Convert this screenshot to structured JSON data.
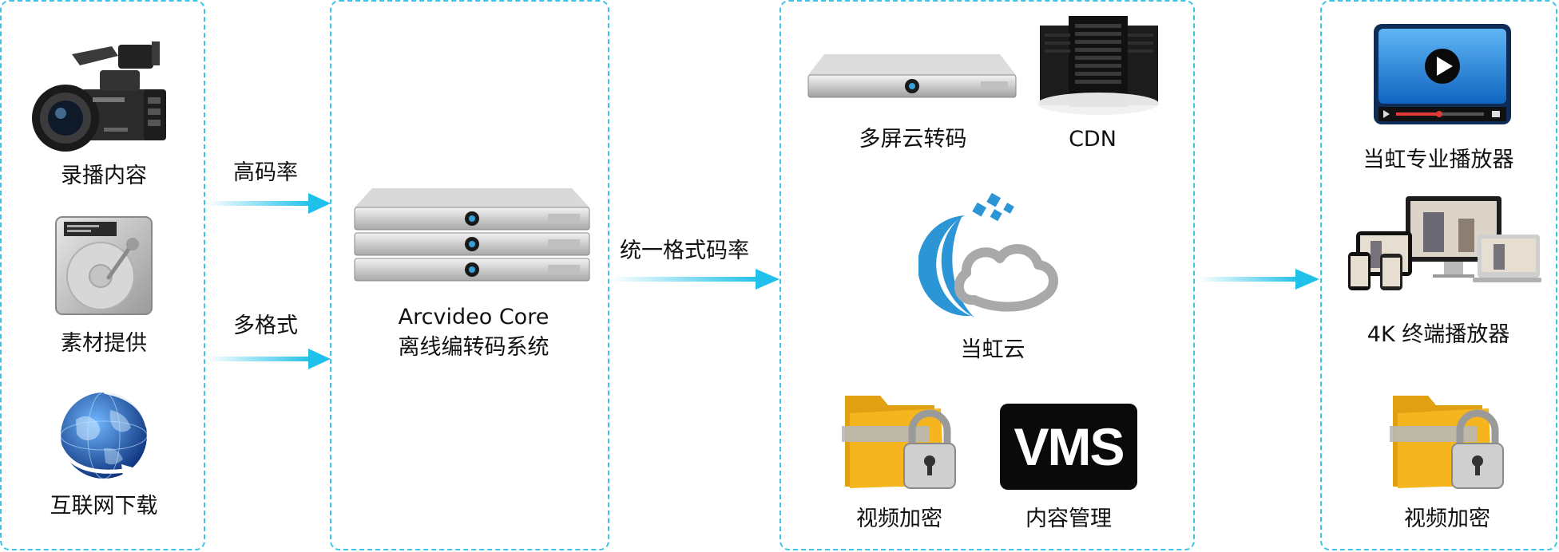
{
  "colors": {
    "border": "#3cc4e6",
    "arrow": "#1fc1ea",
    "cloud_blue": "#2b95d6",
    "cloud_gray": "#a9a9a9",
    "folder": "#f5b51e",
    "vms_bg": "#0a0a0a"
  },
  "sources": {
    "items": [
      {
        "label": "录播内容",
        "icon": "video-camera-icon"
      },
      {
        "label": "素材提供",
        "icon": "hard-drive-icon"
      },
      {
        "label": "互联网下载",
        "icon": "globe-icon"
      }
    ]
  },
  "arrows": {
    "high_bitrate": "高码率",
    "multi_format": "多格式",
    "unified": "统一格式码率"
  },
  "core": {
    "title": "Arcvideo Core",
    "subtitle": "离线编转码系统",
    "icon": "server-stack-icon"
  },
  "cloud": {
    "transcode_label": "多屏云转码",
    "cdn_label": "CDN",
    "cloud_label": "当虹云",
    "encrypt_label": "视频加密",
    "vms_text": "VMS",
    "content_label": "内容管理"
  },
  "players": {
    "pro_player": "当虹专业播放器",
    "terminal_player": "4K 终端播放器",
    "encrypt_label": "视频加密"
  }
}
